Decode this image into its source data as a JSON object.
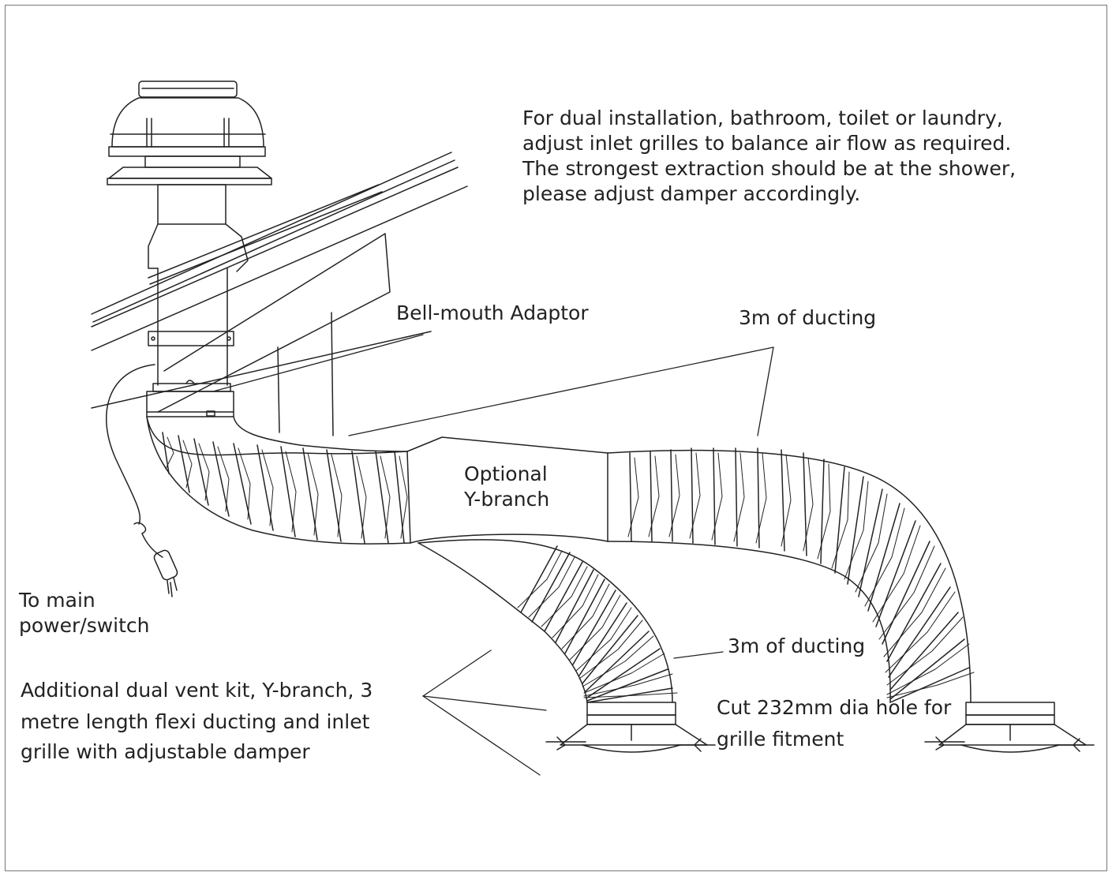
{
  "page": {
    "background": "#ffffff",
    "line_color": "#222222",
    "frame_color": "#777777"
  },
  "note": {
    "lines": [
      "For dual installation, bathroom, toilet or laundry,",
      "adjust inlet grilles to balance air flow as required.",
      "The strongest extraction should be at the shower,",
      "please adjust damper accordingly."
    ]
  },
  "labels": {
    "bell_mouth": "Bell-mouth Adaptor",
    "ducting_top": "3m of ducting",
    "y_branch_1": "Optional",
    "y_branch_2": "Y-branch",
    "power_1": "To main",
    "power_2": "power/switch",
    "ducting_bottom": "3m of ducting",
    "cut_hole_1": "Cut 232mm dia hole for",
    "cut_hole_2": "grille fitment",
    "kit_1": "Additional dual vent kit, Y-branch, 3",
    "kit_2": "metre length flexi ducting and inlet",
    "kit_3": "grille with adjustable damper"
  },
  "icons": [
    "roof-fan-icon",
    "power-plug-icon",
    "ceiling-grille-icon"
  ]
}
